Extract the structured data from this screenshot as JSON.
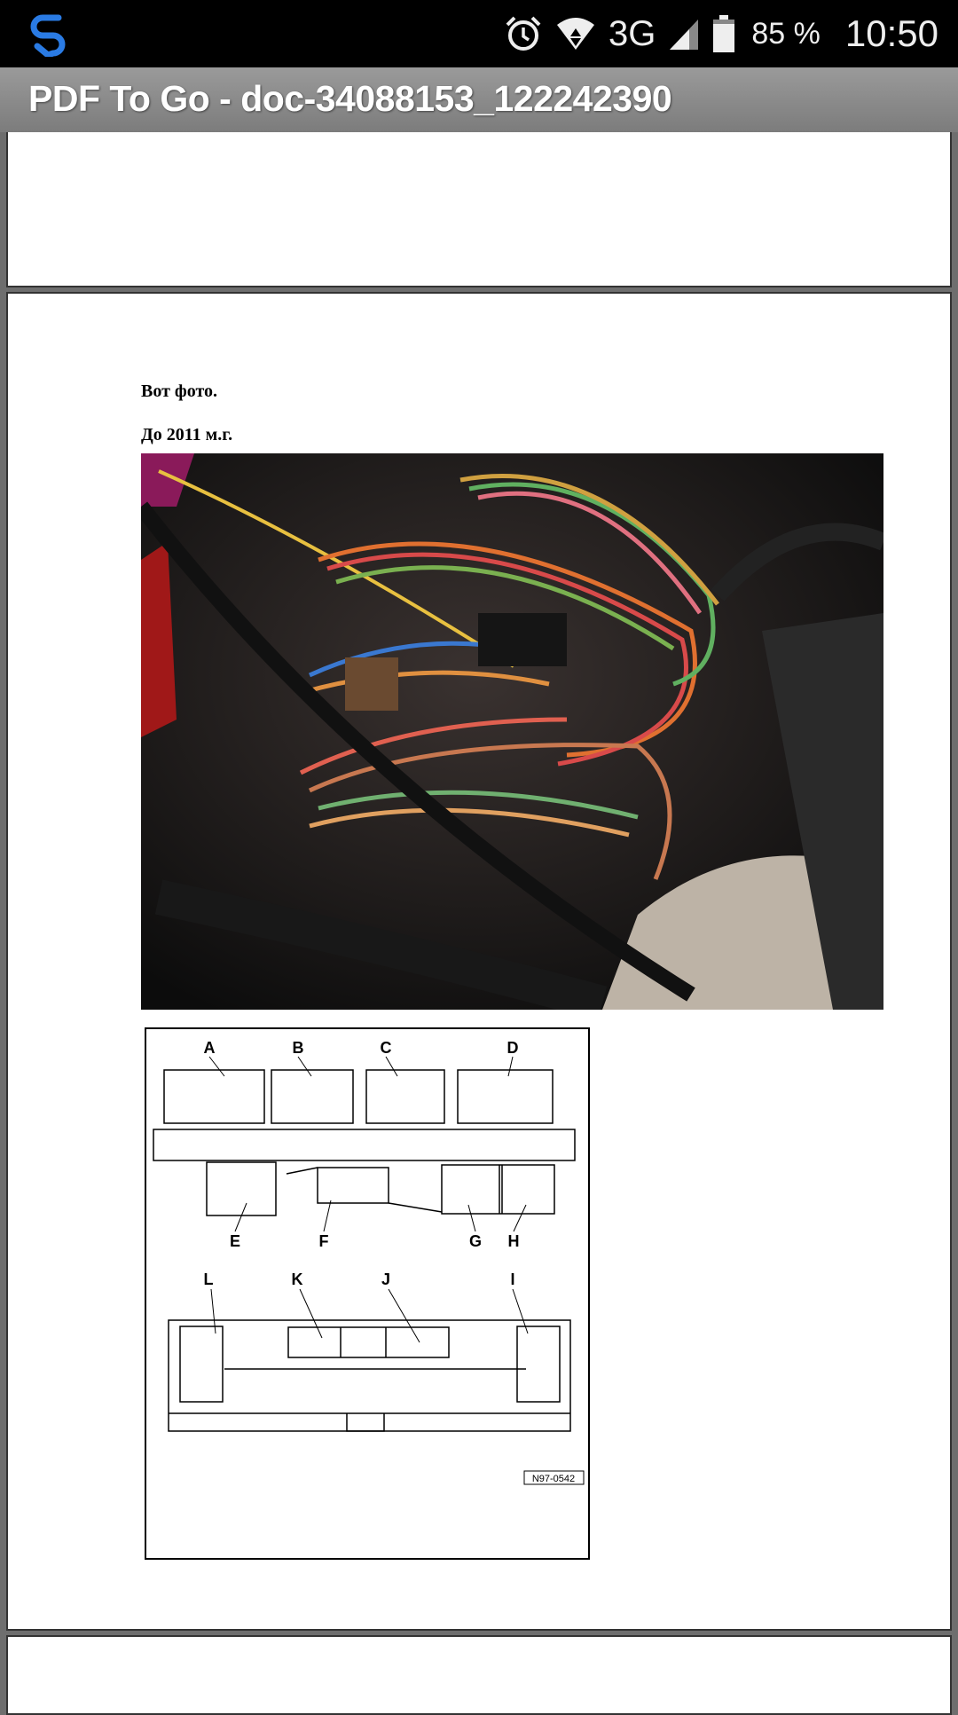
{
  "status_bar": {
    "app_icon": "shield-s-icon",
    "icons": [
      "alarm-icon",
      "wifi-icon",
      "signal-icon",
      "battery-icon"
    ],
    "network": "3G",
    "battery": "85 %",
    "battery_level_percent": 85,
    "time": "10:50",
    "app_icon_color": "#2a7be4"
  },
  "title_bar": {
    "title": "PDF To Go - doc-34088153_122242390"
  },
  "document": {
    "page2": {
      "line1": "Вот фото.",
      "line2": "До 2011 м.г.",
      "diagram": {
        "top_labels": [
          "A",
          "B",
          "C",
          "D"
        ],
        "mid_labels": [
          "E",
          "F",
          "G",
          "H"
        ],
        "bottom_labels": [
          "L",
          "K",
          "J",
          "I"
        ],
        "reference": "N97-0542"
      }
    }
  }
}
